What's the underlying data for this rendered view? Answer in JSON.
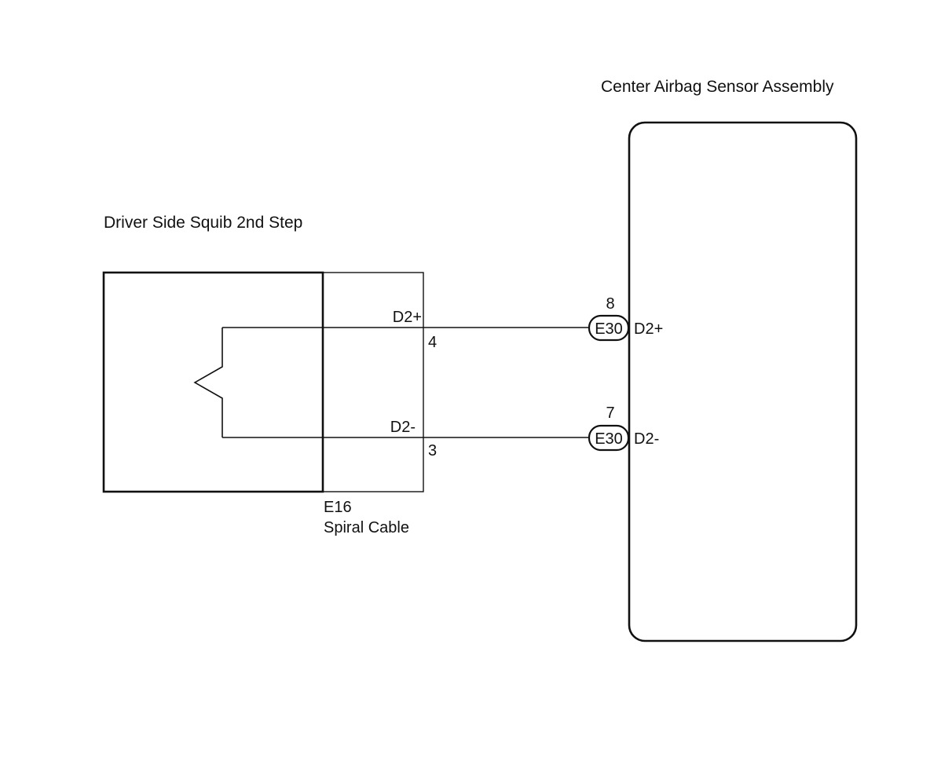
{
  "components": {
    "ecu": {
      "label": "Center Airbag Sensor Assembly"
    },
    "squib": {
      "label": "Driver Side Squib 2nd Step"
    },
    "spiral_cable": {
      "connector": "E16",
      "label": "Spiral Cable"
    }
  },
  "spiral_pins": {
    "plus": {
      "signal": "D2+",
      "pin": "4"
    },
    "minus": {
      "signal": "D2-",
      "pin": "3"
    }
  },
  "ecu_pins": {
    "plus": {
      "connector": "E30",
      "pin": "8",
      "signal": "D2+"
    },
    "minus": {
      "connector": "E30",
      "pin": "7",
      "signal": "D2-"
    }
  },
  "colors": {
    "line": "#111111",
    "background": "#ffffff"
  }
}
